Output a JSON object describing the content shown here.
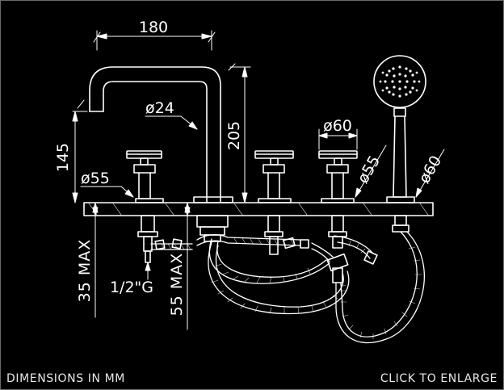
{
  "dimensions": {
    "spout_reach": "180",
    "spout_height": "205",
    "handle_height": "145",
    "spout_diameter": "ø24",
    "base_diameter_left": "ø55",
    "handle_diameter": "ø60",
    "diverter_base_diameter": "ø55",
    "shower_base_diameter": "ø60",
    "deck_left_max": "35 MAX",
    "deck_right_max": "55 MAX",
    "thread": "1/2\"G"
  },
  "captions": {
    "units_note": "DIMENSIONS IN MM",
    "enlarge_link": "CLICK TO ENLARGE"
  },
  "colors": {
    "background": "#000000",
    "lines": "#ffffff",
    "frame": "#6b6b6b"
  }
}
